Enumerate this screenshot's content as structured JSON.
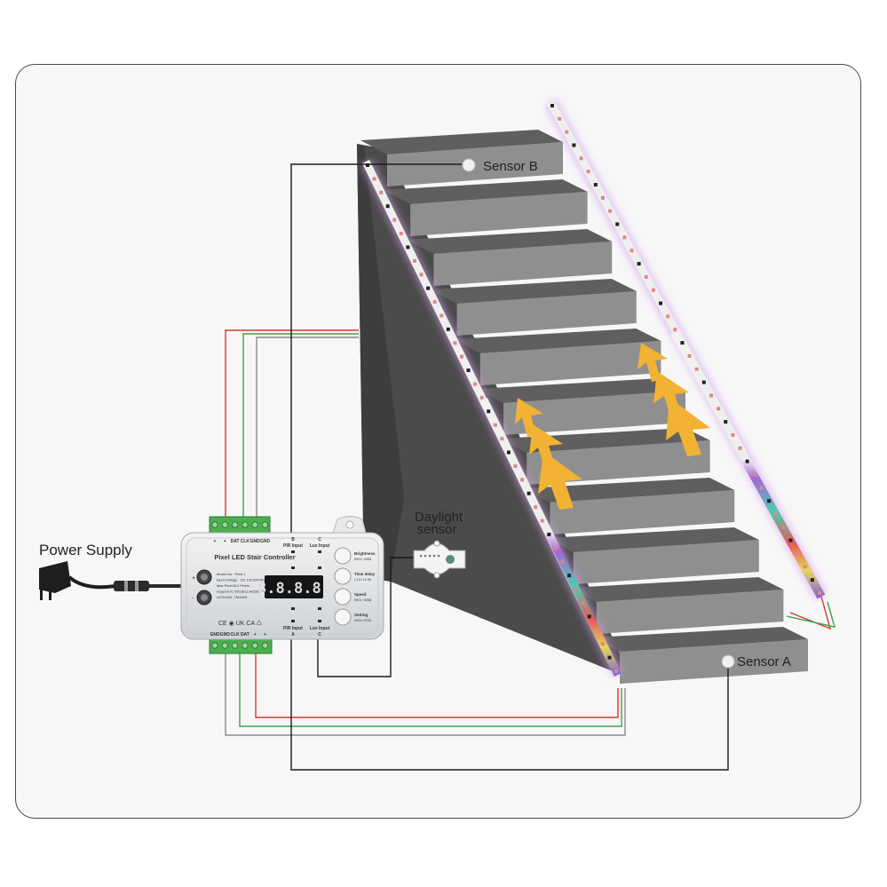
{
  "labels": {
    "power_supply": "Power Supply",
    "daylight_sensor_line1": "Daylight",
    "daylight_sensor_line2": "sensor",
    "sensor_a": "Sensor A",
    "sensor_b": "Sensor B"
  },
  "controller": {
    "title": "Pixel LED Stair Controller",
    "display": "8.8.8.8.",
    "spec_lines": [
      "Model No.: Pixel-1",
      "Input Voltage : DC 12V/24V/5V",
      "Max Pixel:512 Pixels",
      "Support IC:WS2811,WS2812B,",
      "UCS1903, TM1809"
    ],
    "top_terminals": [
      "+",
      "+",
      "DAT",
      "CLK",
      "GND",
      "GND"
    ],
    "bottom_terminals": [
      "GND",
      "GND",
      "CLK",
      "DAT",
      "+",
      "+"
    ],
    "port_b_line1": "B",
    "port_b_line2": "PIR Input",
    "port_c_line1": "C",
    "port_c_line2": "Lux Input",
    "port_pir_bottom_line1": "PIR Input",
    "port_pir_bottom_line2": "A",
    "port_lux_bottom_line1": "Lux Input",
    "port_lux_bottom_line2": "C",
    "buttons": [
      {
        "label": "Brightness",
        "sub": "0001~0005"
      },
      {
        "label": "Time delay",
        "sub": "L1.0~L1.99"
      },
      {
        "label": "Speed",
        "sub": "0001~0008"
      },
      {
        "label": "Setting",
        "sub": "0000~0700"
      }
    ],
    "cert_marks": "CE  ◉  UK CA  ♺"
  },
  "colors": {
    "wire_red": "#d9372b",
    "wire_green": "#3aa34a",
    "wire_black": "#1a1a1a",
    "wire_gray": "#8a8a8a",
    "stair_side": "#4a4a4a",
    "stair_tread": "#9a9a9a",
    "arrow": "#f2b233",
    "controller_body": "#e4e6e8"
  }
}
